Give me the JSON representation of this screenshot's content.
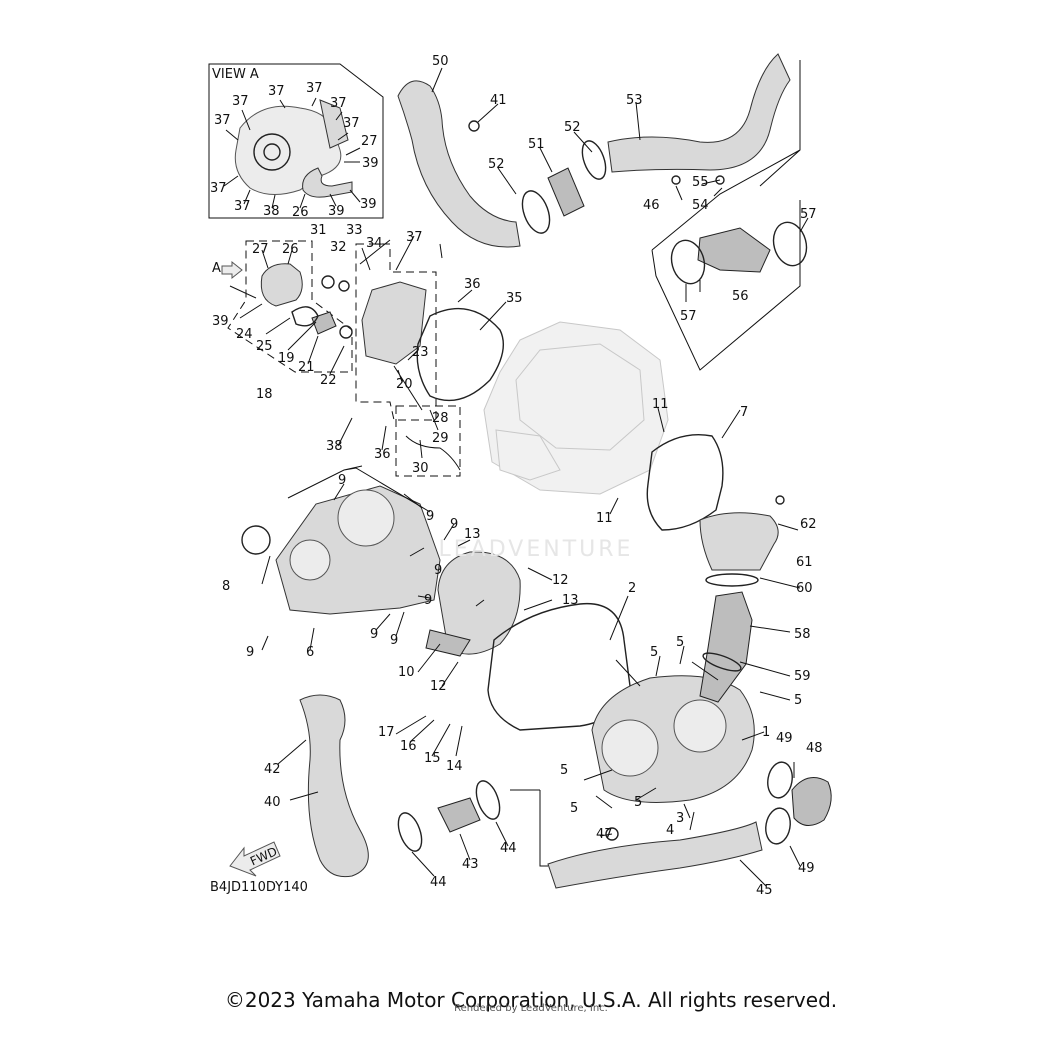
{
  "view_label": "VIEW A",
  "view_marker": "A",
  "diagram_code": "B4JD110DY140",
  "fwd_label": "FWD",
  "watermark": "LEADVENTURE",
  "copyright": "©2023 Yamaha Motor Corporation, U.S.A. All rights reserved.",
  "rendered_by": "Rendered by LeadVenture, Inc.",
  "callouts": {
    "c1": "1",
    "c2": "2",
    "c3": "3",
    "c4": "4",
    "c5a": "5",
    "c5b": "5",
    "c5c": "5",
    "c5d": "5",
    "c5e": "5",
    "c5f": "5",
    "c6": "6",
    "c7": "7",
    "c8": "8",
    "c9a": "9",
    "c9b": "9",
    "c9c": "9",
    "c9d": "9",
    "c9e": "9",
    "c9f": "9",
    "c9g": "9",
    "c10": "10",
    "c11a": "11",
    "c11b": "11",
    "c12a": "12",
    "c12b": "12",
    "c13a": "13",
    "c13b": "13",
    "c14": "14",
    "c15": "15",
    "c16": "16",
    "c17": "17",
    "c18": "18",
    "c19": "19",
    "c20": "20",
    "c21": "21",
    "c22": "22",
    "c23": "23",
    "c24": "24",
    "c25": "25",
    "c26a": "26",
    "c26b": "26",
    "c27a": "27",
    "c27b": "27",
    "c28": "28",
    "c29": "29",
    "c30": "30",
    "c31": "31",
    "c32": "32",
    "c33": "33",
    "c34": "34",
    "c35": "35",
    "c36a": "36",
    "c36b": "36",
    "c37a": "37",
    "c37b": "37",
    "c37c": "37",
    "c37d": "37",
    "c37e": "37",
    "c37f": "37",
    "c37g": "37",
    "c37h": "37",
    "c37i": "37",
    "c38a": "38",
    "c38b": "38",
    "c39a": "39",
    "c39b": "39",
    "c39c": "39",
    "c39d": "39",
    "c40": "40",
    "c41": "41",
    "c42": "42",
    "c43": "43",
    "c44a": "44",
    "c44b": "44",
    "c45": "45",
    "c46": "46",
    "c47": "47",
    "c48": "48",
    "c49a": "49",
    "c49b": "49",
    "c50": "50",
    "c51": "51",
    "c52a": "52",
    "c52b": "52",
    "c53": "53",
    "c54": "54",
    "c55": "55",
    "c56": "56",
    "c57a": "57",
    "c57b": "57",
    "c58": "58",
    "c59": "59",
    "c60": "60",
    "c61": "61",
    "c62": "62"
  }
}
